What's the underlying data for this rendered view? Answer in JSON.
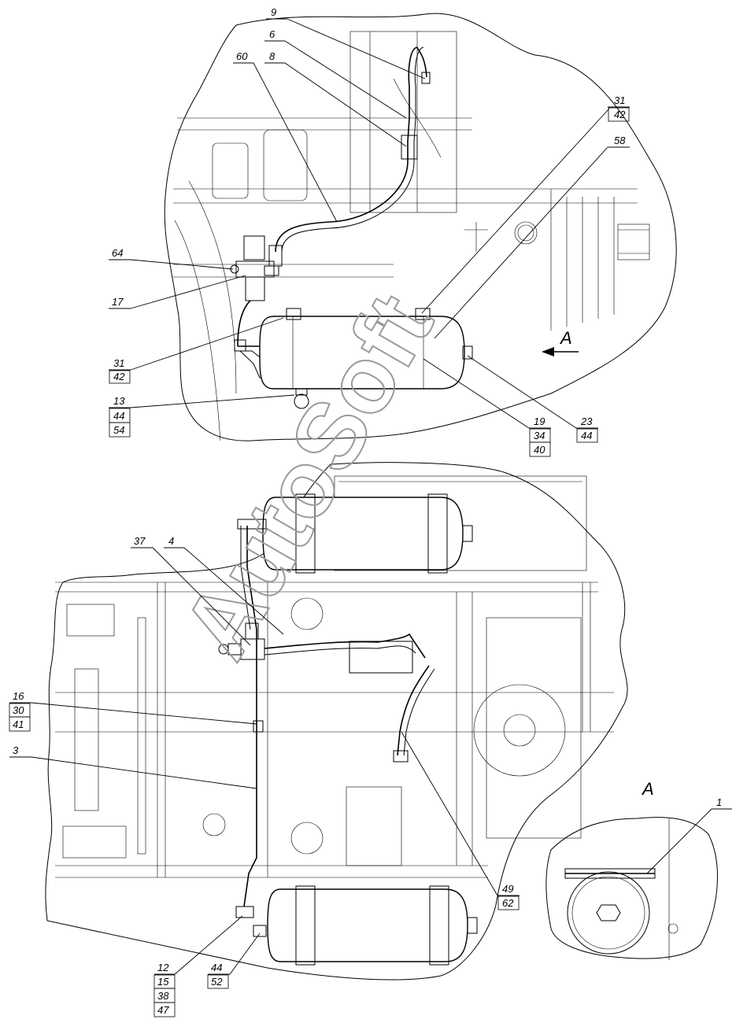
{
  "watermark": "AutoSoft",
  "view_label": "A",
  "section_label": "A",
  "callouts": {
    "c9": "9",
    "c6": "6",
    "c60": "60",
    "c8": "8",
    "c31a_top": "31",
    "c31a_bot": "42",
    "c58": "58",
    "c64": "64",
    "c17": "17",
    "c31b_top": "31",
    "c31b_bot": "42",
    "c13_1": "13",
    "c13_2": "44",
    "c13_3": "54",
    "c19_1": "19",
    "c19_2": "34",
    "c19_3": "40",
    "c23_1": "23",
    "c23_2": "44",
    "c37": "37",
    "c4": "4",
    "c16_1": "16",
    "c16_2": "30",
    "c16_3": "41",
    "c3": "3",
    "c1": "1",
    "c49_1": "49",
    "c49_2": "62",
    "c12_1": "12",
    "c12_2": "15",
    "c12_3": "38",
    "c12_4": "47",
    "c44_1": "44",
    "c44_2": "52"
  }
}
